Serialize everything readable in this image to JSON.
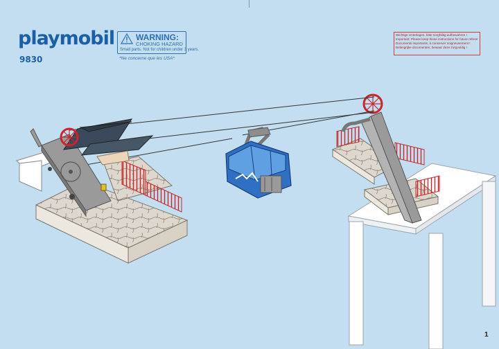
{
  "brand": {
    "logo_text": "playmobil",
    "model_number": "9830"
  },
  "warning_box": {
    "icon": "warning-triangle-icon",
    "title": "WARNING:",
    "subtitle": "CHOKING HAZARD",
    "detail": "Small parts. Not for children under 3 years."
  },
  "usa_note": "*Ne concerne que les USA*",
  "notice_box": {
    "lines": [
      "Wichtige Unterlagen, bitte sorgfältig aufbewahren !",
      "Important: Please keep these instructions for future reference !",
      "Documents importants, à conserver soigneusement !",
      "Belangrijke documenten, bewaar deze zorgvuldig !"
    ],
    "border_color": "#d33a3a"
  },
  "page_number": "1",
  "colors": {
    "background": "#c3def0",
    "brand_blue": "#1a5fa8",
    "gondola_blue": "#2f6fc4",
    "pulley_red": "#c8262a",
    "fence_red": "#c8262a",
    "tower_gray": "#8f8f8f",
    "stone_base": "#d9d3c9"
  }
}
